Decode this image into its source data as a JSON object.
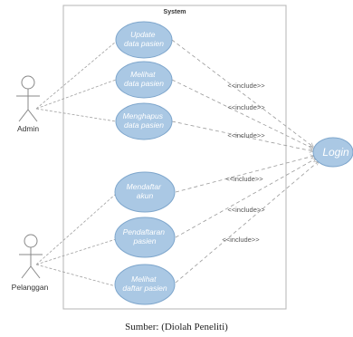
{
  "system": {
    "label": "System"
  },
  "actors": [
    {
      "id": "admin",
      "label": "Admin"
    },
    {
      "id": "pelanggan",
      "label": "Pelanggan"
    }
  ],
  "use_cases": [
    {
      "id": "uc1",
      "lines": [
        "Update",
        "data pasien"
      ]
    },
    {
      "id": "uc2",
      "lines": [
        "Melihat",
        "data pasien"
      ]
    },
    {
      "id": "uc3",
      "lines": [
        "Menghapus",
        "data pasien"
      ]
    },
    {
      "id": "uc4",
      "lines": [
        "Mendaftar",
        "akun"
      ]
    },
    {
      "id": "uc5",
      "lines": [
        "Pendaftaran",
        "pasien"
      ]
    },
    {
      "id": "uc6",
      "lines": [
        "Melihat",
        "daftar pasien"
      ]
    }
  ],
  "login": {
    "label": "Login"
  },
  "include_label": "<<include>>",
  "caption": "Sumber: (Diolah Peneliti)",
  "colors": {
    "usecase_fill": "#aac8e4",
    "usecase_stroke": "#7ea6cc",
    "line": "#9a9a9a"
  }
}
